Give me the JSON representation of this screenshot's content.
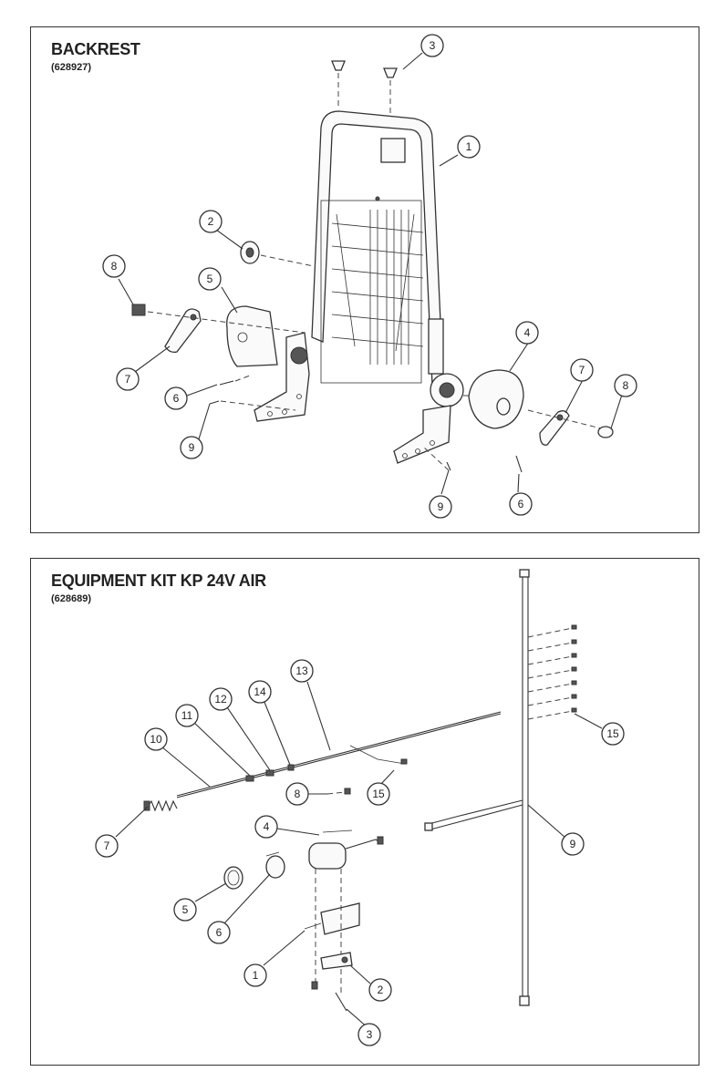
{
  "backrest": {
    "title": "BACKREST",
    "code": "(628927)",
    "callouts": [
      "1",
      "2",
      "3",
      "4",
      "5",
      "6",
      "6",
      "7",
      "7",
      "8",
      "8",
      "9",
      "9"
    ]
  },
  "equipment": {
    "title": "EQUIPMENT KIT KP 24V AIR",
    "code": "(628689)",
    "callouts": [
      "1",
      "2",
      "3",
      "4",
      "5",
      "6",
      "7",
      "8",
      "9",
      "10",
      "11",
      "12",
      "13",
      "14",
      "15",
      "15"
    ]
  }
}
